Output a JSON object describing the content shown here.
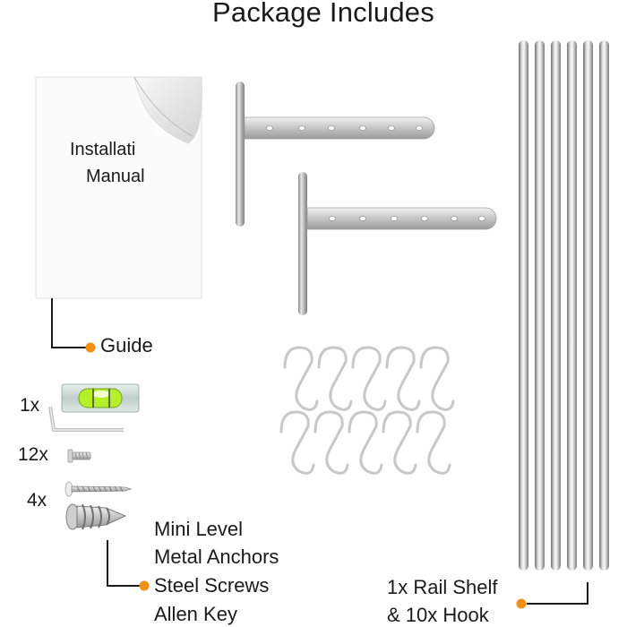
{
  "title": "Package Includes",
  "manual": {
    "line1": "Installati",
    "line2": "Manual"
  },
  "guide_label": "Guide",
  "quantities": {
    "level_key": "1x",
    "screws": "12x",
    "anchors": "4x",
    "rail": "1x Rail Shelf"
  },
  "hardware_list": [
    "Mini Level",
    "Metal Anchors",
    "Steel Screws",
    "Allen Key"
  ],
  "rail_label_line2": "& 10x Hook",
  "accent_color": "#f29111"
}
